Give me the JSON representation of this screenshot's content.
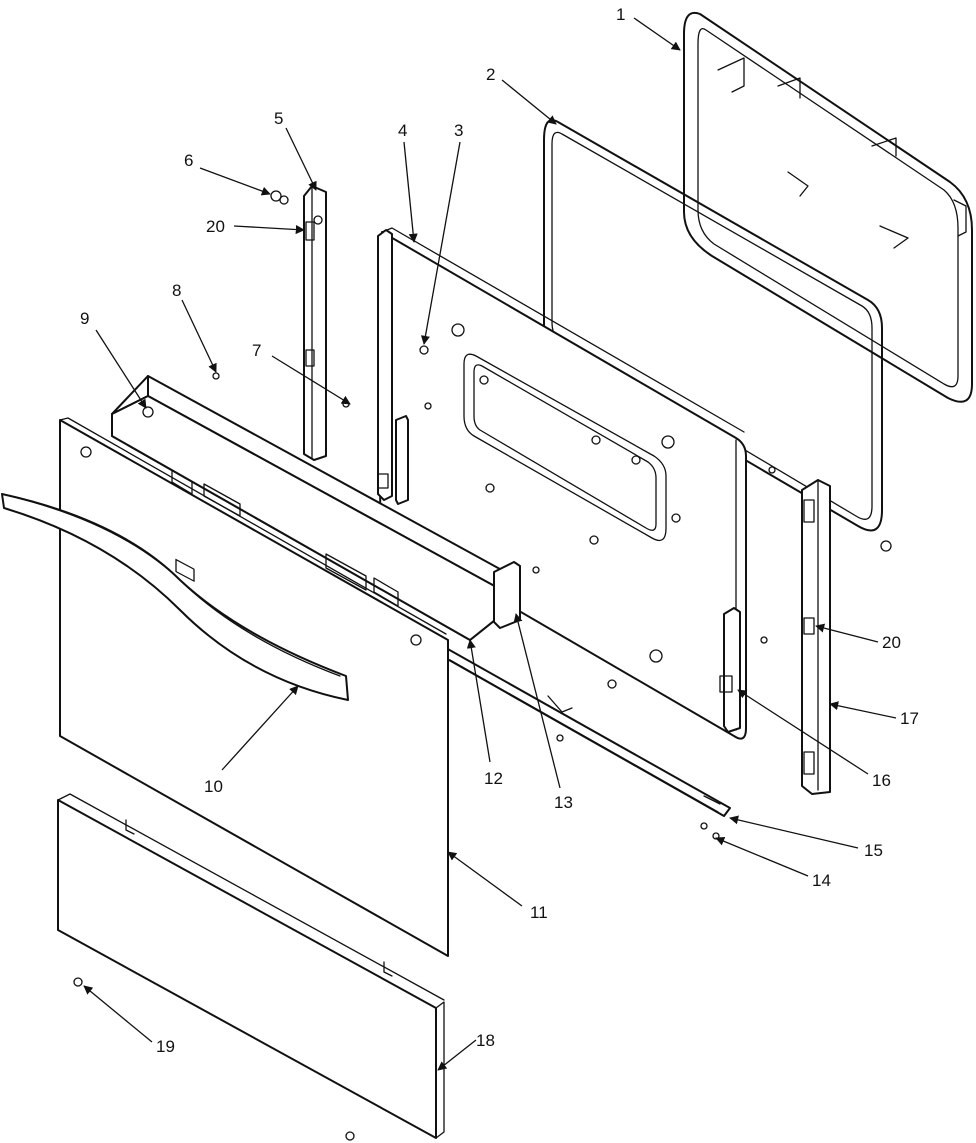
{
  "callouts": [
    {
      "id": "1",
      "label": "1"
    },
    {
      "id": "2",
      "label": "2"
    },
    {
      "id": "3",
      "label": "3"
    },
    {
      "id": "4",
      "label": "4"
    },
    {
      "id": "5",
      "label": "5"
    },
    {
      "id": "6",
      "label": "6"
    },
    {
      "id": "7",
      "label": "7"
    },
    {
      "id": "8",
      "label": "8"
    },
    {
      "id": "9",
      "label": "9"
    },
    {
      "id": "10",
      "label": "10"
    },
    {
      "id": "11",
      "label": "11"
    },
    {
      "id": "12",
      "label": "12"
    },
    {
      "id": "13",
      "label": "13"
    },
    {
      "id": "14",
      "label": "14"
    },
    {
      "id": "15",
      "label": "15"
    },
    {
      "id": "16",
      "label": "16"
    },
    {
      "id": "17",
      "label": "17"
    },
    {
      "id": "18",
      "label": "18"
    },
    {
      "id": "19",
      "label": "19"
    },
    {
      "id": "20a",
      "label": "20"
    },
    {
      "id": "20b",
      "label": "20"
    }
  ],
  "colors": {
    "line": "#111111",
    "background": "#ffffff"
  }
}
